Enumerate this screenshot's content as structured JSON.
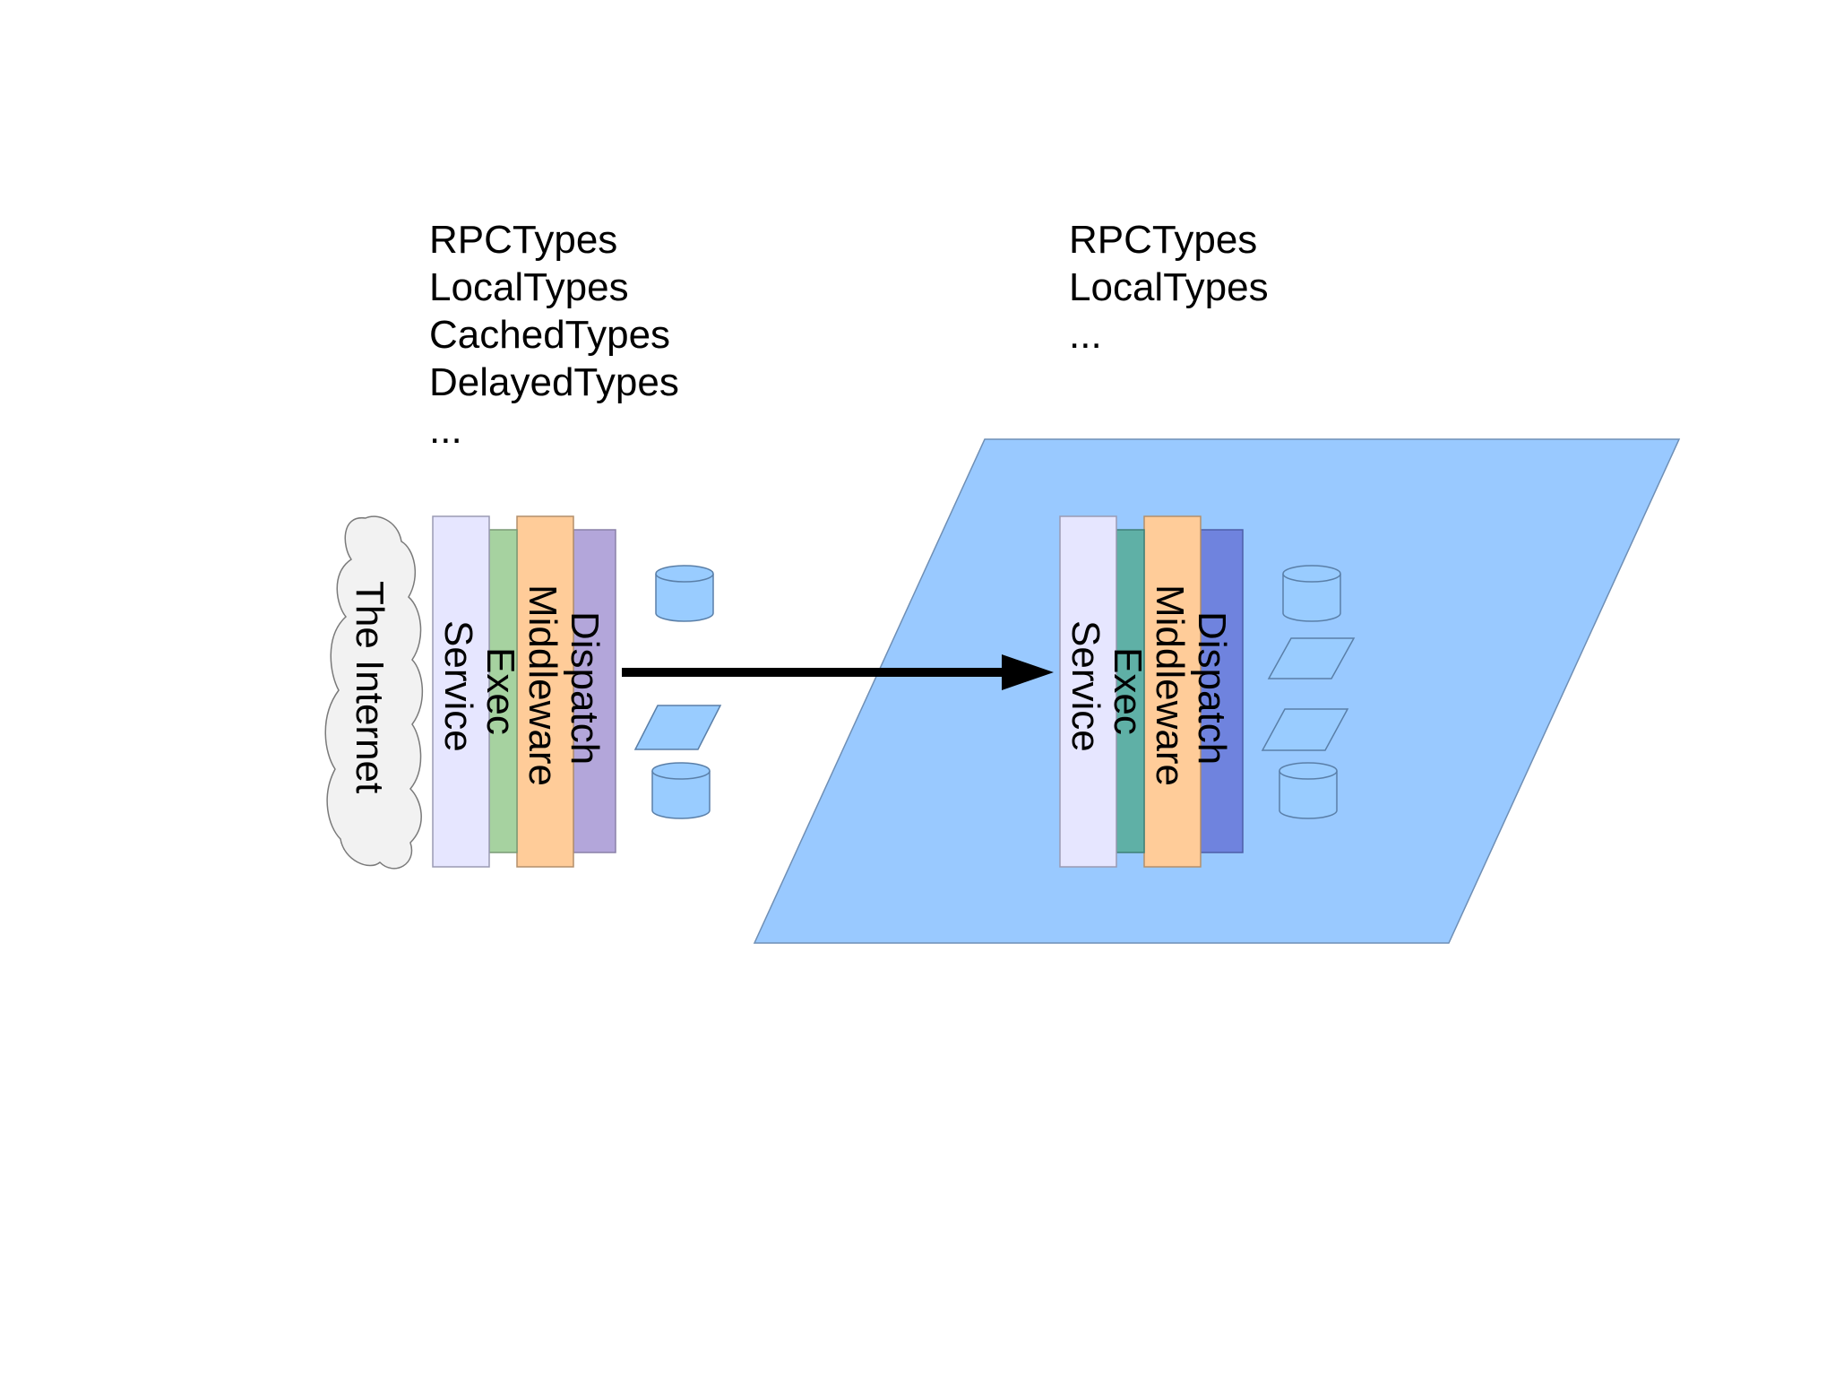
{
  "left_types": {
    "items": [
      "RPCTypes",
      "LocalTypes",
      "CachedTypes",
      "DelayedTypes",
      "..."
    ]
  },
  "right_types": {
    "items": [
      "RPCTypes",
      "LocalTypes",
      "..."
    ]
  },
  "internet": {
    "label": "The Internet"
  },
  "left_stack": {
    "service": "Service",
    "exec": "Exec",
    "middleware": "Middleware",
    "dispatch": "Dispatch"
  },
  "right_stack": {
    "service": "Service",
    "exec": "Exec",
    "middleware": "Middleware",
    "dispatch": "Dispatch"
  },
  "colors": {
    "platform": "#99c9ff",
    "service": "#e6e6ff",
    "exec_left": "#a6d2a0",
    "exec_right": "#5fb0a6",
    "middleware": "#ffcc99",
    "dispatch_left": "#b3a6da",
    "dispatch_right": "#6f83de",
    "storage": "#99ccff",
    "cloud": "#f2f2f2",
    "arrow": "#000000"
  }
}
